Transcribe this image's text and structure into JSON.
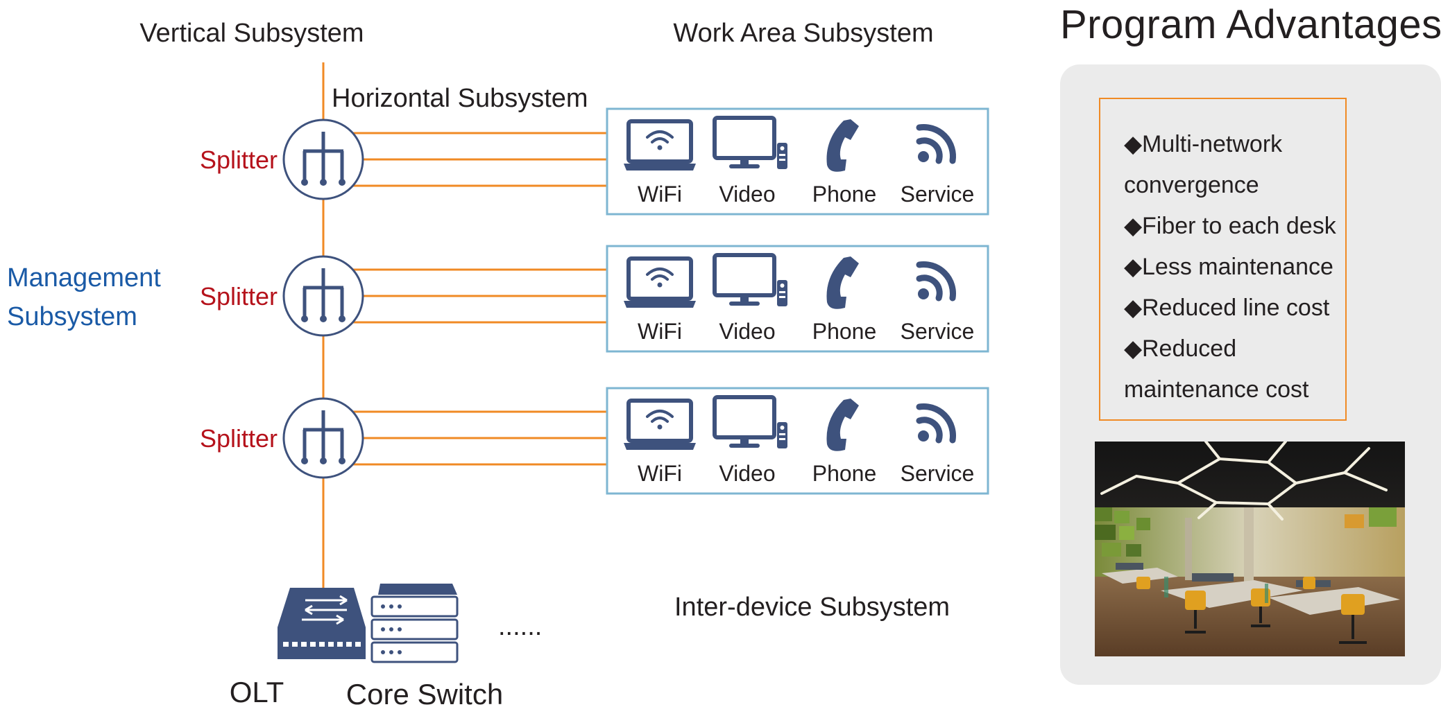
{
  "diagram": {
    "vertical_label": "Vertical Subsystem",
    "work_area_label": "Work Area Subsystem",
    "horizontal_label": "Horizontal Subsystem",
    "management_label_line1": "Management",
    "management_label_line2": "Subsystem",
    "inter_device_label": "Inter-device Subsystem",
    "olt_label": "OLT",
    "core_switch_label": "Core Switch",
    "ellipsis": "......",
    "splitter_label": "Splitter",
    "rows": [
      {
        "splitter": "Splitter",
        "devices": [
          {
            "label": "WiFi",
            "icon": "laptop-wifi-icon"
          },
          {
            "label": "Video",
            "icon": "monitor-icon"
          },
          {
            "label": "Phone",
            "icon": "phone-icon"
          },
          {
            "label": "Service",
            "icon": "signal-icon"
          }
        ]
      },
      {
        "splitter": "Splitter",
        "devices": [
          {
            "label": "WiFi",
            "icon": "laptop-wifi-icon"
          },
          {
            "label": "Video",
            "icon": "monitor-icon"
          },
          {
            "label": "Phone",
            "icon": "phone-icon"
          },
          {
            "label": "Service",
            "icon": "signal-icon"
          }
        ]
      },
      {
        "splitter": "Splitter",
        "devices": [
          {
            "label": "WiFi",
            "icon": "laptop-wifi-icon"
          },
          {
            "label": "Video",
            "icon": "monitor-icon"
          },
          {
            "label": "Phone",
            "icon": "phone-icon"
          },
          {
            "label": "Service",
            "icon": "signal-icon"
          }
        ]
      }
    ]
  },
  "advantages": {
    "title": "Program Advantages",
    "bullet": "◆",
    "items": [
      {
        "line1": "Multi-network",
        "line2": "convergence"
      },
      {
        "line1": "Fiber to each desk",
        "line2": ""
      },
      {
        "line1": "Less maintenance",
        "line2": ""
      },
      {
        "line1": "Reduced line cost",
        "line2": ""
      },
      {
        "line1": "Reduced",
        "line2": "maintenance cost"
      }
    ]
  },
  "colors": {
    "fiber": "#f08a24",
    "icon": "#3e527d",
    "box_border": "#7eb6d2",
    "splitter_label": "#b5121b",
    "management_label": "#1a5aa6",
    "text": "#231f20",
    "panel_bg": "#ebebeb",
    "adv_border": "#f08a24"
  }
}
